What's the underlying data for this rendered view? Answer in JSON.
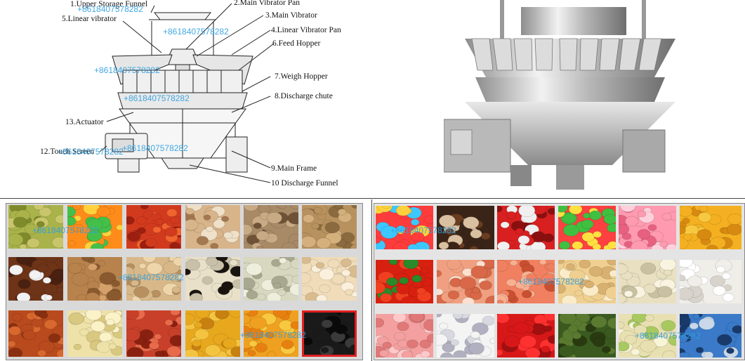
{
  "diagram": {
    "labels": {
      "l1": "1.Upper Storage Funnel",
      "l2": "2.Main Vibrator Pan",
      "l3": "3.Main Vibrator",
      "l4": "4.Linear Vibrator Pan",
      "l5": "5.Linear vibrator",
      "l6": "6.Feed Hopper",
      "l7": "7.Weigh Hopper",
      "l8": "8.Discharge chute",
      "l9": "9.Main Frame",
      "l10": "10 Discharge Funnel",
      "l12": "12.Touch Screen",
      "l13": "13.Actuator"
    }
  },
  "watermark": "+8618407578282",
  "colors": {
    "watermark": "#2e9fe0",
    "selected_border": "#e02020",
    "panel_bg": "#d9d9d9"
  },
  "left_products": [
    "raisins",
    "jelly-candy",
    "red-dates",
    "walnut-kernels",
    "walnuts",
    "longan",
    "chestnuts",
    "almonds",
    "peanuts-in-shell",
    "black-eyed-beans",
    "pumpkin-seeds",
    "cashews",
    "red-peanuts",
    "white-peanuts",
    "red-beans",
    "soybeans",
    "corn-kernels",
    "black-beans"
  ],
  "right_products": [
    "lollipops",
    "chocolates",
    "wrapped-candies",
    "jelly-beans",
    "pink-candies",
    "apricots",
    "tomatoes",
    "shrimp",
    "dried-shrimp",
    "puffed-snacks",
    "lotus-root-slices",
    "dumplings",
    "pink-balls",
    "eggs",
    "red-chili",
    "seaweed",
    "bean-sprouts",
    "sample-tubes"
  ]
}
